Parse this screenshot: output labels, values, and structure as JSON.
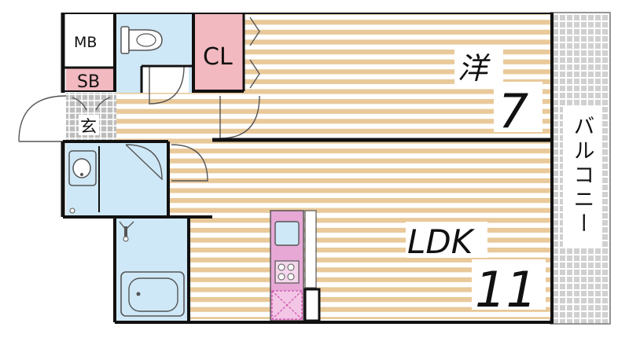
{
  "rooms": {
    "western": {
      "label": "洋",
      "size": "7"
    },
    "ldk": {
      "label": "LDK",
      "size": "11"
    },
    "closet": {
      "label": "CL"
    },
    "meter_box": {
      "label": "MB"
    },
    "shoe_box": {
      "label": "SB"
    },
    "entrance": {
      "label": "玄"
    },
    "balcony": {
      "label": "バルコニー"
    }
  },
  "colors": {
    "wall": "#111111",
    "floor_stripe": "#e9c99a",
    "floor_base": "#ffffff",
    "wet_area": "#cfe8f7",
    "closet_fill": "#f2b9c0",
    "kitchen_fill": "#e7a8d6",
    "balcony_grid": "#9a9a9a",
    "entrance_tile": "#bbbbbb"
  }
}
